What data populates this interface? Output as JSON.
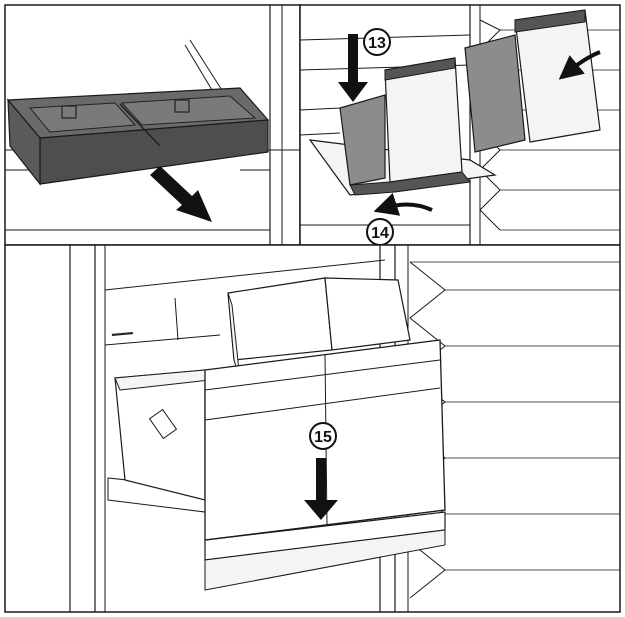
{
  "figure": {
    "description_visible": false,
    "panels": [
      {
        "id": "panel-remove-top-tray",
        "step": ""
      },
      {
        "id": "panel-remove-drawers",
        "steps": [
          "13",
          "14"
        ]
      },
      {
        "id": "panel-insert-drawer",
        "step": "15"
      }
    ],
    "step_labels": {
      "s13": "13",
      "s14": "14",
      "s15": "15"
    },
    "colors": {
      "line": "#1a1a1a",
      "tray_dark": "#5a5a5a",
      "drawer_gray": "#8c8c8c",
      "light_fill": "#f4f4f4",
      "background": "#ffffff"
    }
  }
}
